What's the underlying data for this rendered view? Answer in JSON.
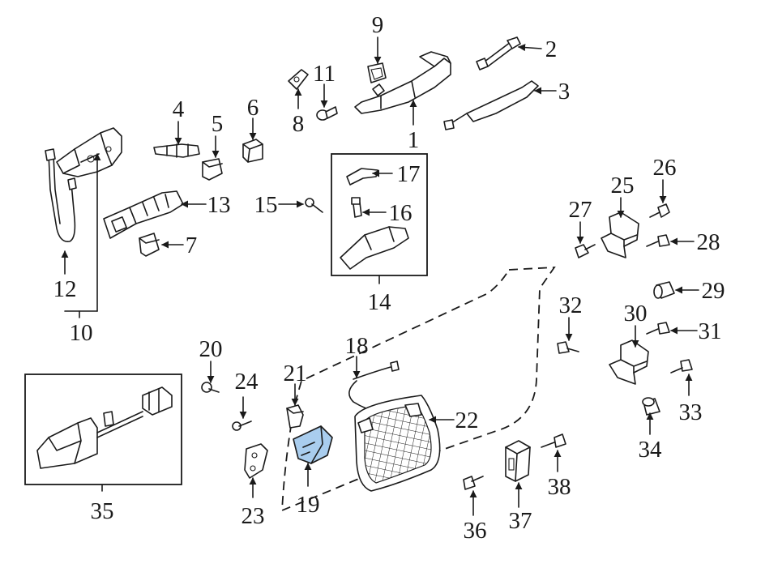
{
  "diagram": {
    "callouts": [
      {
        "id": "c1",
        "text": "1",
        "part": "outside-handle"
      },
      {
        "id": "c2",
        "text": "2",
        "part": "handle-rod"
      },
      {
        "id": "c3",
        "text": "3",
        "part": "handle-cover-trim"
      },
      {
        "id": "c4",
        "text": "4",
        "part": "lock-cylinder-connector"
      },
      {
        "id": "c5",
        "text": "5",
        "part": "small-cap"
      },
      {
        "id": "c6",
        "text": "6",
        "part": "bezel-clip"
      },
      {
        "id": "c7",
        "text": "7",
        "part": "end-cap"
      },
      {
        "id": "c8",
        "text": "8",
        "part": "gasket"
      },
      {
        "id": "c9",
        "text": "9",
        "part": "handle-pad"
      },
      {
        "id": "c10",
        "text": "10",
        "part": "lock-cylinder-assembly"
      },
      {
        "id": "c11",
        "text": "11",
        "part": "handle-screw"
      },
      {
        "id": "c12",
        "text": "12",
        "part": "release-cable"
      },
      {
        "id": "c13",
        "text": "13",
        "part": "lock-cylinder"
      },
      {
        "id": "c14",
        "text": "14",
        "part": "inside-handle-assembly"
      },
      {
        "id": "c15",
        "text": "15",
        "part": "screw"
      },
      {
        "id": "c16",
        "text": "16",
        "part": "retainer-clip"
      },
      {
        "id": "c17",
        "text": "17",
        "part": "bezel-cap"
      },
      {
        "id": "c18",
        "text": "18",
        "part": "lock-cable"
      },
      {
        "id": "c19",
        "text": "19",
        "part": "door-latch"
      },
      {
        "id": "c20",
        "text": "20",
        "part": "bolt"
      },
      {
        "id": "c21",
        "text": "21",
        "part": "clip"
      },
      {
        "id": "c22",
        "text": "22",
        "part": "access-panel"
      },
      {
        "id": "c23",
        "text": "23",
        "part": "striker-bracket"
      },
      {
        "id": "c24",
        "text": "24",
        "part": "bolt"
      },
      {
        "id": "c25",
        "text": "25",
        "part": "hinge-upper"
      },
      {
        "id": "c26",
        "text": "26",
        "part": "bolt"
      },
      {
        "id": "c27",
        "text": "27",
        "part": "bolt"
      },
      {
        "id": "c28",
        "text": "28",
        "part": "bolt"
      },
      {
        "id": "c29",
        "text": "29",
        "part": "bushing"
      },
      {
        "id": "c30",
        "text": "30",
        "part": "hinge-lower"
      },
      {
        "id": "c31",
        "text": "31",
        "part": "bolt"
      },
      {
        "id": "c32",
        "text": "32",
        "part": "bolt"
      },
      {
        "id": "c33",
        "text": "33",
        "part": "bolt"
      },
      {
        "id": "c34",
        "text": "34",
        "part": "bushing"
      },
      {
        "id": "c35",
        "text": "35",
        "part": "door-check"
      },
      {
        "id": "c36",
        "text": "36",
        "part": "bolt"
      },
      {
        "id": "c37",
        "text": "37",
        "part": "bumper"
      },
      {
        "id": "c38",
        "text": "38",
        "part": "bolt"
      }
    ],
    "colors": {
      "line": "#1a1a1a",
      "highlight": "#a9cdee",
      "background": "#ffffff"
    }
  }
}
